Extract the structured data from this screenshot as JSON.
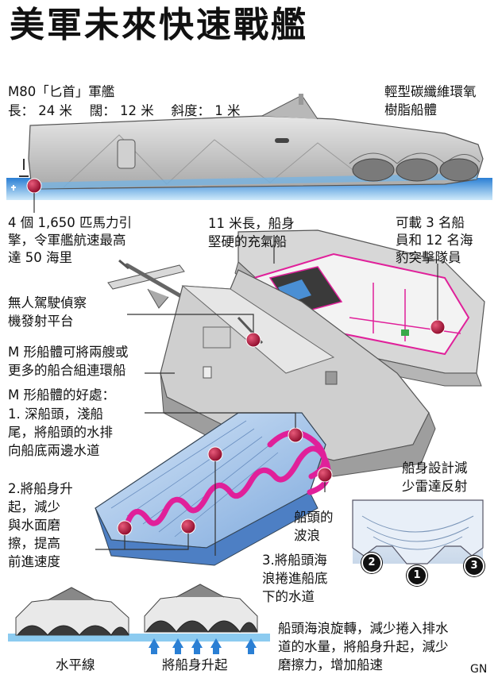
{
  "title": "美軍未來快速戰艦",
  "ship": {
    "name": "M80「匕首」軍艦",
    "specs": "長： 24 米　 闊： 12 米　 斜度： 1 米"
  },
  "labels": {
    "hull_material": "輕型碳纖維環氧\n樹脂船體",
    "engines": "4 個 1,650 匹馬力引\n擎，令軍艦航速最高\n達 50 海里",
    "inflatable": "11 米長，船身\n堅硬的充氣船",
    "capacity": "可載 3 名船\n員和 12 名海\n豹突擊隊員",
    "drone": "無人駕駛偵察\n機發射平台",
    "combine": "M 形船體可將兩艘或\n更多的船合組連環船",
    "benefits_heading": "M 形船體的好處：",
    "benefit1": "1. 深船頭，淺船\n尾，將船頭的水排\n向船底兩邊水道",
    "benefit2": "2.將船身升\n起，減少\n與水面磨\n擦，提高\n前進速度",
    "bow_wave": "船頭的\n波浪",
    "benefit3": "3.將船頭海\n浪捲進船底\n下的水道",
    "radar": "船身設計減\n少雷達反射",
    "waterline": "水平線",
    "lift": "將船身升起",
    "explanation": "船頭海浪旋轉，減少捲入排水\n道的水量，將船身升起，減少\n磨擦力，增加船速",
    "credit": "GN"
  },
  "markers": [
    "1",
    "2",
    "3"
  ],
  "colors": {
    "marker": "#b0103a",
    "spiral": "#e0209a",
    "water": "#3a8ed8",
    "water_light": "#bfe3f7",
    "hull_gray": "#c8c8c8",
    "hull_blue": "#a9c6ea"
  }
}
